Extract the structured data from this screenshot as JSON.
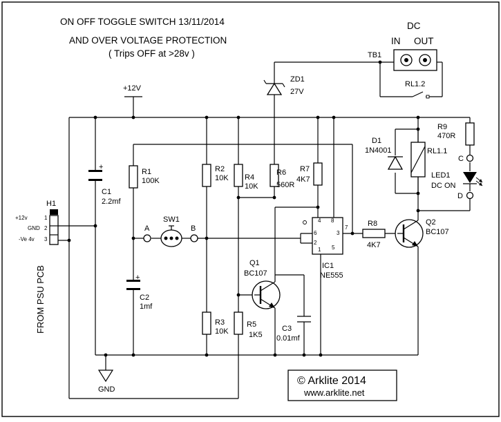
{
  "title": {
    "line1": "ON OFF TOGGLE SWITCH  13/11/2014",
    "line2": "AND OVER VOLTAGE PROTECTION",
    "line3": "( Trips OFF at >28v )"
  },
  "supply": {
    "v12": "+12V",
    "gnd": "GND"
  },
  "connector": {
    "name": "H1",
    "pins": [
      {
        "label": "+12v",
        "num": "1"
      },
      {
        "label": "GND",
        "num": "2"
      },
      {
        "label": "-Ve  4v",
        "num": "3"
      }
    ],
    "side_text": "FROM PSU PCB"
  },
  "dc_block": {
    "title": "DC",
    "in": "IN",
    "out": "OUT",
    "tb": "TB1",
    "relay_contact": "RL1.2"
  },
  "components": {
    "C1": {
      "ref": "C1",
      "val": "2.2mf"
    },
    "C2": {
      "ref": "C2",
      "val": "1mf"
    },
    "C3": {
      "ref": "C3",
      "val": "0.01mf"
    },
    "R1": {
      "ref": "R1",
      "val": "100K"
    },
    "R2": {
      "ref": "R2",
      "val": "10K"
    },
    "R3": {
      "ref": "R3",
      "val": "10K"
    },
    "R4": {
      "ref": "R4",
      "val": "10K"
    },
    "R5": {
      "ref": "R5",
      "val": "1K5"
    },
    "R6": {
      "ref": "R6",
      "val": "560R"
    },
    "R7": {
      "ref": "R7",
      "val": "4K7"
    },
    "R8": {
      "ref": "R8",
      "val": "4K7"
    },
    "R9": {
      "ref": "R9",
      "val": "470R"
    },
    "ZD1": {
      "ref": "ZD1",
      "val": "27V"
    },
    "D1": {
      "ref": "D1",
      "val": "1N4001"
    },
    "RL1": {
      "ref": "RL1.1"
    },
    "LED1": {
      "ref": "LED1",
      "val": "DC  ON",
      "c": "C",
      "d": "D"
    },
    "Q1": {
      "ref": "Q1",
      "val": "BC107"
    },
    "Q2": {
      "ref": "Q2",
      "val": "BC107"
    },
    "IC1": {
      "ref": "IC1",
      "val": "NE555",
      "pins": [
        "4",
        "8",
        "6",
        "2",
        "3",
        "5",
        "1",
        "7"
      ]
    },
    "SW1": {
      "ref": "SW1",
      "a": "A",
      "b": "B"
    }
  },
  "credit": {
    "copyright": "© Arklite  2014",
    "url": "www.arklite.net"
  }
}
